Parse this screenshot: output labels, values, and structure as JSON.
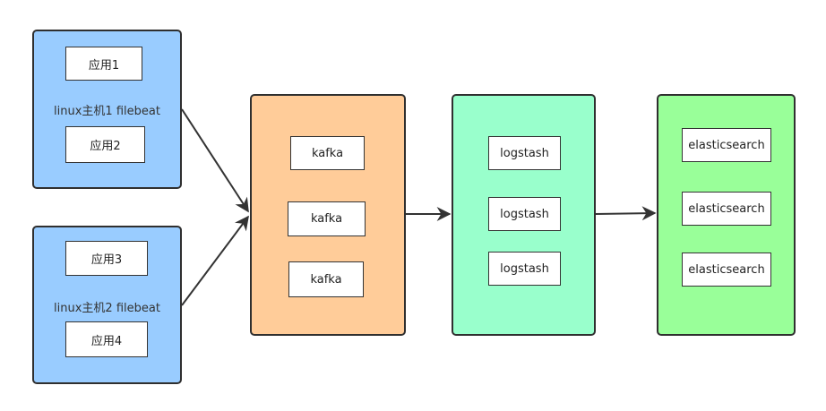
{
  "hosts": [
    {
      "caption": "linux主机1   filebeat",
      "apps": [
        "应用1",
        "应用2"
      ]
    },
    {
      "caption": "linux主机2   filebeat",
      "apps": [
        "应用3",
        "应用4"
      ]
    }
  ],
  "kafka": {
    "nodes": [
      "kafka",
      "kafka",
      "kafka"
    ]
  },
  "logstash": {
    "nodes": [
      "logstash",
      "logstash",
      "logstash"
    ]
  },
  "elasticsearch": {
    "nodes": [
      "elasticsearch",
      "elasticsearch",
      "elasticsearch"
    ]
  },
  "colors": {
    "host_fill": "#99ccff",
    "kafka_fill": "#ffcc99",
    "logstash_fill": "#99ffcc",
    "elasticsearch_fill": "#99ff99",
    "edge": "#333333"
  }
}
